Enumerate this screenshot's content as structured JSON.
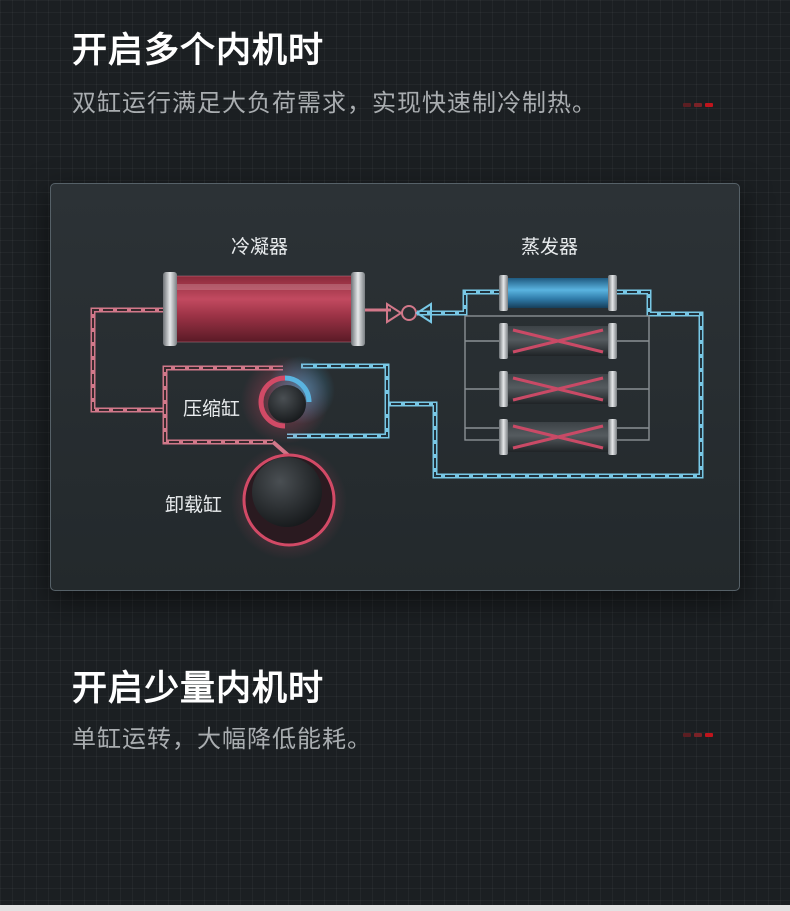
{
  "section_top": {
    "title": "开启多个内机时",
    "subtitle": "双缸运行满足大负荷需求，实现快速制冷制热。"
  },
  "diagram": {
    "condenser_label": "冷凝器",
    "evaporator_label": "蒸发器",
    "compressor_label": "压缩缸",
    "unloader_label": "卸载缸",
    "hot_color": "#c04a66",
    "cold_color": "#4aa0c4"
  },
  "section_bottom": {
    "title": "开启少量内机时",
    "subtitle": "单缸运转，大幅降低能耗。"
  },
  "accent_dots": [
    "#5a1e22",
    "#7a2227",
    "#c0141c"
  ]
}
